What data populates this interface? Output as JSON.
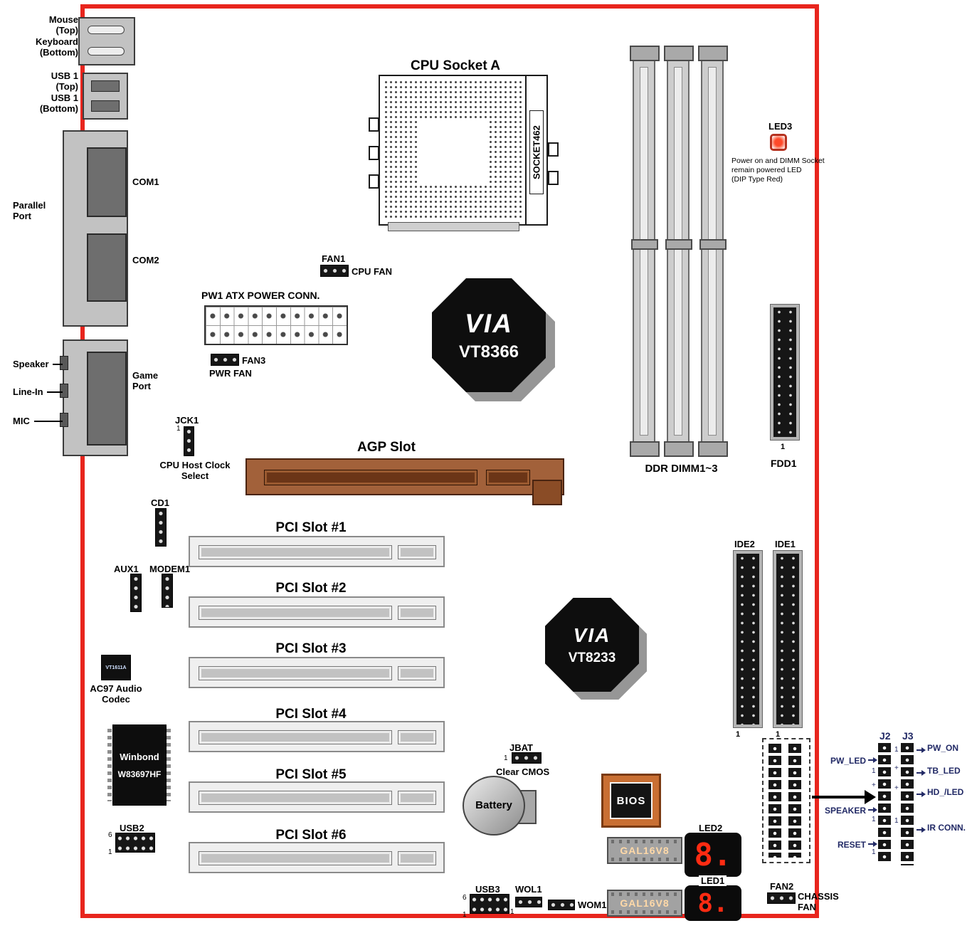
{
  "colors": {
    "board_outline": "#e8251d",
    "agp_brown": "#a2613a",
    "bios_orange": "#c96f33",
    "led_red": "#ff2b12",
    "front_panel_text": "#222a66"
  },
  "icons": {
    "led3_icon": "red-led-indicator",
    "callout_arrow": "right-arrow",
    "pointer_arrows": "right-arrow"
  },
  "rear_io": {
    "ps2_label": "Mouse\n(Top)\nKeyboard\n(Bottom)",
    "usb_label": "USB 1\n(Top)\nUSB 1\n(Bottom)",
    "parallel_label": "Parallel\nPort",
    "com1": "COM1",
    "com2": "COM2",
    "speaker": "Speaker",
    "line_in": "Line-In",
    "mic": "MIC",
    "game_label": "Game\nPort"
  },
  "cpu": {
    "title": "CPU Socket A",
    "socket_marking": "SOCKET462"
  },
  "memory": {
    "label": "DDR DIMM1~3"
  },
  "led3": {
    "label": "LED3",
    "desc": "Power on and DIMM Socket\nremain powered LED\n(DIP Type Red)"
  },
  "fans": {
    "fan1": {
      "label": "FAN1",
      "desc": "CPU FAN"
    },
    "fan3": {
      "label": "FAN3",
      "desc": "PWR FAN"
    },
    "fan2": {
      "label": "FAN2",
      "desc": "CHASSIS\nFAN"
    }
  },
  "power": {
    "atx_label": "PW1 ATX POWER CONN."
  },
  "chips": {
    "northbridge": {
      "brand": "VIA",
      "model": "VT8366"
    },
    "southbridge": {
      "brand": "VIA",
      "model": "VT8233"
    },
    "audio_codec": {
      "marking": "VT1611A",
      "label": "AC97 Audio\nCodec"
    },
    "super_io": {
      "brand": "Winbond",
      "model": "W83697HF"
    },
    "bios": {
      "label": "BIOS"
    },
    "gal1": {
      "label": "GAL16V8"
    },
    "gal2": {
      "label": "GAL16V8"
    }
  },
  "jumpers": {
    "jck1": {
      "label": "JCK1",
      "pin1": "1",
      "desc": "CPU Host Clock\nSelect"
    },
    "jbat": {
      "label": "JBAT",
      "pin1": "1",
      "desc": "Clear CMOS"
    }
  },
  "slots": {
    "agp": "AGP Slot",
    "pci": [
      "PCI Slot #1",
      "PCI Slot #2",
      "PCI Slot #3",
      "PCI Slot #4",
      "PCI Slot #5",
      "PCI Slot #6"
    ]
  },
  "headers": {
    "cd1": "CD1",
    "aux1": "AUX1",
    "modem1": "MODEM1",
    "usb2": {
      "label": "USB2",
      "pin6": "6",
      "pin1": "1"
    },
    "usb3": {
      "label": "USB3",
      "pin6": "6",
      "pin1": "1"
    },
    "wol1": {
      "label": "WOL1",
      "pin1": "1"
    },
    "wom1": {
      "label": "WOM1"
    }
  },
  "storage": {
    "fdd": {
      "label": "FDD1",
      "pin1": "1"
    },
    "ide1": {
      "label": "IDE1",
      "pin1": "1"
    },
    "ide2": {
      "label": "IDE2",
      "pin1": "1"
    }
  },
  "battery": {
    "label": "Battery"
  },
  "displays": {
    "led2": "LED2",
    "led1": "LED1",
    "digit": "8."
  },
  "front_panel": {
    "j2": "J2",
    "j3": "J3",
    "left_labels": [
      "PW_LED",
      "SPEAKER",
      "RESET"
    ],
    "right_labels": [
      "PW_ON",
      "TB_LED",
      "HD_/LED",
      "IR CONN."
    ],
    "pin1": "1",
    "plus": "+"
  }
}
